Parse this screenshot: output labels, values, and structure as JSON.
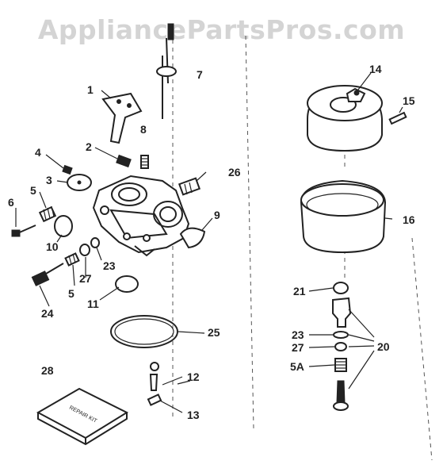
{
  "watermark": "AppliancePartsPros.com",
  "callouts": [
    "1",
    "2",
    "3",
    "4",
    "5",
    "6",
    "7",
    "8",
    "26",
    "9",
    "10",
    "23",
    "27",
    "5",
    "24",
    "11",
    "25",
    "12",
    "13",
    "28",
    "14",
    "15",
    "16",
    "21",
    "20",
    "23",
    "27",
    "5A"
  ],
  "kit_text": "REPAIR KIT"
}
